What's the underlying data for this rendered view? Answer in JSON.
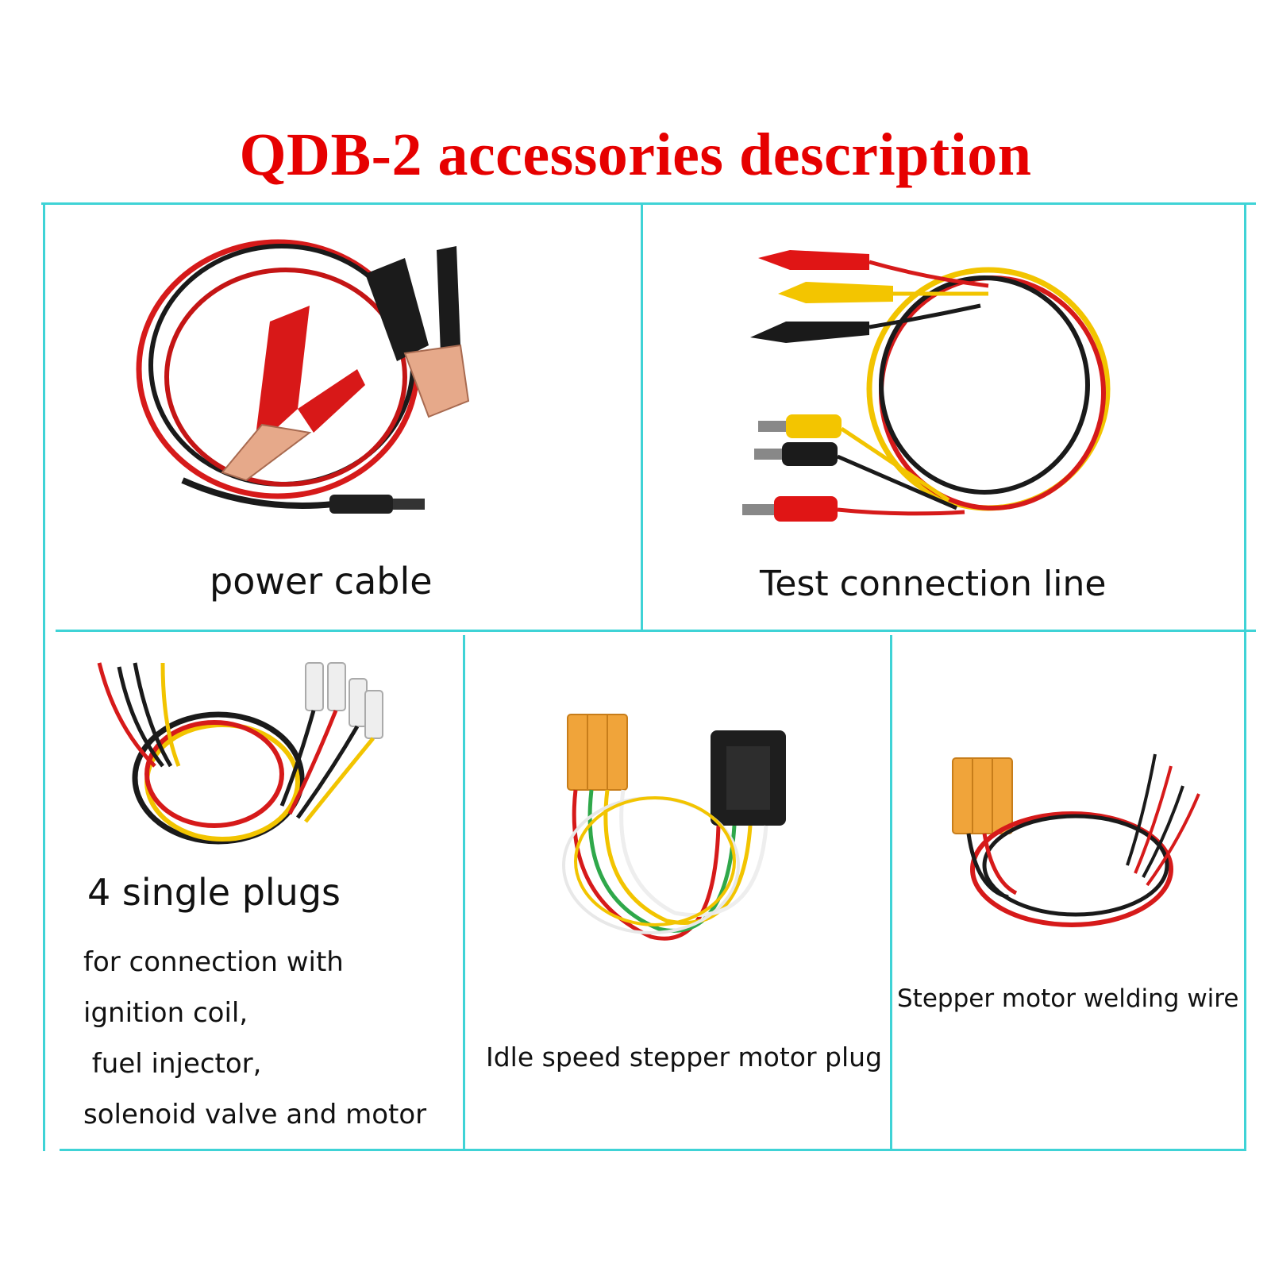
{
  "title": "QDB-2 accessories description",
  "colors": {
    "title": "#e60000",
    "grid": "#3fd3d6"
  },
  "items": [
    {
      "label": "power cable"
    },
    {
      "label": "Test connection line"
    },
    {
      "label": "4 single plugs",
      "description": [
        "for connection with",
        "ignition coil,",
        " fuel injector,",
        "solenoid valve and motor"
      ]
    },
    {
      "label": "Idle speed stepper motor plug"
    },
    {
      "label": "Stepper motor welding wire"
    }
  ]
}
